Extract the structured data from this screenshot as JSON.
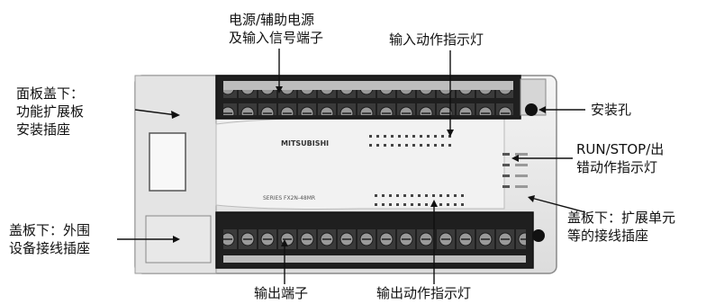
{
  "labels": {
    "power_terminals": [
      "电源/辅助电源",
      "及输入信号端子"
    ],
    "input_indicators": "输入动作指示灯",
    "panel_cover": [
      "面板盖下：",
      "功能扩展板",
      "安装插座"
    ],
    "mounting_hole": "安装孔",
    "run_stop": [
      "RUN/STOP/出",
      "错动作指示灯"
    ],
    "cover_peripheral": [
      "盖板下：外围",
      "设备接线插座"
    ],
    "cover_expansion": [
      "盖板下：扩展单元",
      "等的接线插座"
    ],
    "output_terminals": "输出端子",
    "output_indicators": "输出动作指示灯"
  },
  "device": {
    "brand": "MITSUBISHI",
    "model": "SERIES FX2N-48MR"
  },
  "colors": {
    "line": "#111111",
    "terminal_block": "#2a2a2a",
    "body": "#ececec"
  }
}
